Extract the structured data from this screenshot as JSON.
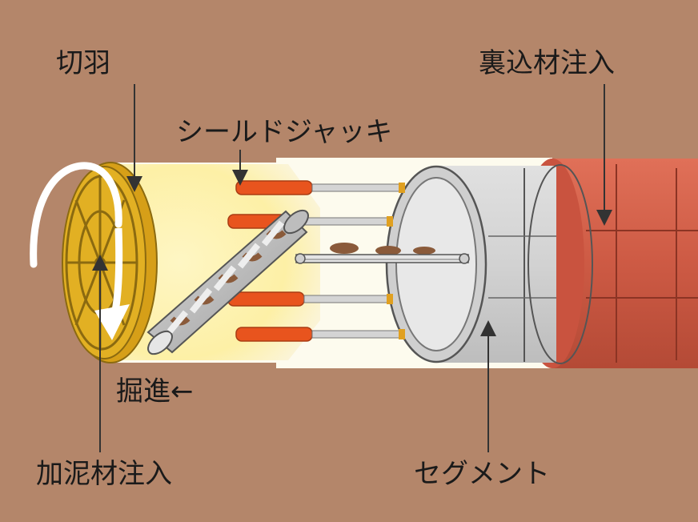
{
  "labels": {
    "cutter_bit": "切羽",
    "backfill_injection": "裏込材注入",
    "shield_jack": "シールドジャッキ",
    "excavation": "掘進←",
    "mud_injection": "加泥材注入",
    "segment": "セグメント"
  },
  "colors": {
    "ground": "#b4866a",
    "shield_glow": "#fdf2b4",
    "cutter": "#e2b023",
    "jack_rod": "#e8541e",
    "segment_gray": "#cfcfcf",
    "backfill_red": "#cc5844",
    "arrow_white": "#ffffff"
  }
}
